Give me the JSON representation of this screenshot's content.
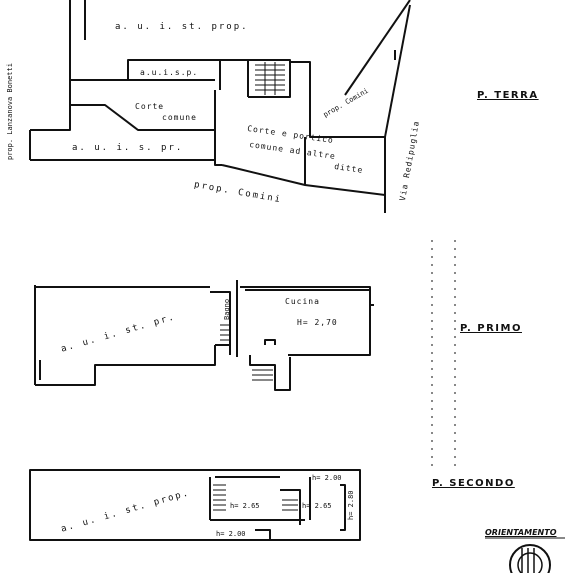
{
  "floors": {
    "terra": "P. TERRA",
    "primo": "P. PRIMO",
    "secondo": "P. SECONDO"
  },
  "orientation_label": "ORIENTAMENTO",
  "ground": {
    "top_neighbor": "a.   u.   i.   st.   prop.",
    "left_side": "prop. Lanzanova Bonetti",
    "aui_sp": "a.u.i.s.p.",
    "corte_comune_1": "Corte",
    "corte_comune_2": "comune",
    "aui_spr": "a.   u.   i.   s.   pr.",
    "prop_comini_inner": "prop. Comini",
    "corte_portico_1": "Corte e portico",
    "corte_portico_2": "comune ad altre",
    "corte_portico_3": "ditte",
    "prop_comini_bottom": "prop.   Comini",
    "street": "Via Redipuglia"
  },
  "first": {
    "aui_st_pr": "a.   u.   i.   st.   pr.",
    "bagno": "Bagno",
    "cucina": "Cucina",
    "height": "H= 2,70"
  },
  "second": {
    "aui_st_prop": "a.   u.   i.   st.   prop.",
    "h_265_a": "h= 2.65",
    "h_265_b": "h= 2.65",
    "h_200_top": "h= 2.00",
    "h_200_bottom": "h= 2.00",
    "h_280": "h= 2.80"
  }
}
